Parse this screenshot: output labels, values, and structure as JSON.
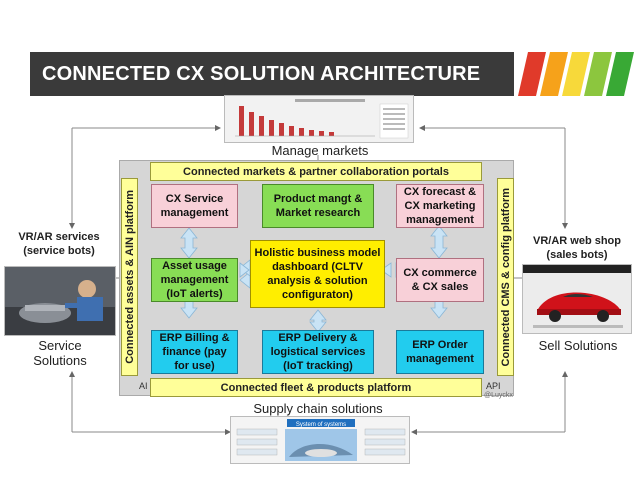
{
  "title": "CONNECTED CX SOLUTION ARCHITECTURE",
  "top_label": "Manage markets",
  "bottom_label": "Supply chain solutions",
  "left": {
    "heading": "VR/AR services (service bots)",
    "caption": "Service Solutions"
  },
  "right": {
    "heading": "VR/AR web shop (sales bots)",
    "caption": "Sell Solutions"
  },
  "bands": {
    "top": "Connected markets & partner collaboration portals",
    "bottom": "Connected fleet & products platform",
    "left": "Connected assets & AIN platform",
    "right": "Connected CMS & config platform"
  },
  "api_left": "AI",
  "api_right": "API",
  "credit": "@Luyckx",
  "boxes": {
    "cx_service": "CX Service management",
    "product_mgmt": "Product mangt & Market research",
    "cx_forecast": "CX forecast & CX marketing management",
    "asset_usage": "Asset usage management (IoT alerts)",
    "holistic": "Holistic business model dashboard (CLTV analysis & solution configuraton)",
    "cx_commerce": "CX commerce & CX sales",
    "erp_billing": "ERP Billing & finance (pay for use)",
    "erp_delivery": "ERP Delivery & logistical services (IoT tracking)",
    "erp_order": "ERP Order management"
  },
  "thumb_bottom_title": "System of systems",
  "colors": {
    "pink": "#f8d0d8",
    "green": "#88dd55",
    "cyan": "#22ccee",
    "yellow": "#ffee00",
    "band": "#ffff99",
    "title_bg": "#3a3a3a"
  }
}
